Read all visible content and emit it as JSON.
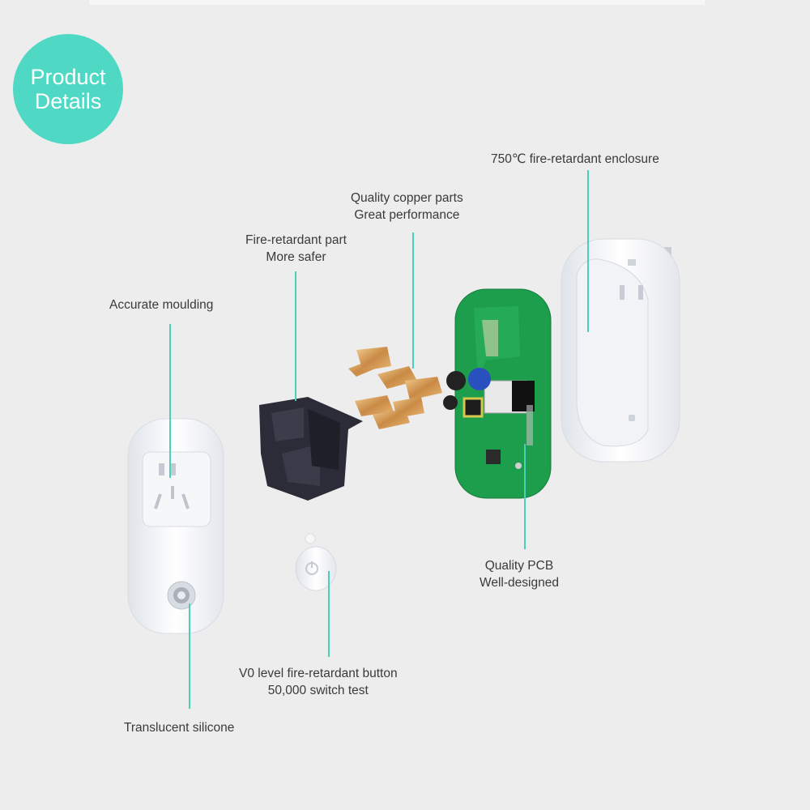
{
  "badge": {
    "line1": "Product",
    "line2": "Details"
  },
  "callouts": {
    "enclosure": {
      "line1": "750℃ fire-retardant enclosure"
    },
    "copper": {
      "line1": "Quality copper parts",
      "line2": "Great performance"
    },
    "fire_part": {
      "line1": "Fire-retardant part",
      "line2": "More safer"
    },
    "moulding": {
      "line1": "Accurate moulding"
    },
    "pcb": {
      "line1": "Quality PCB",
      "line2": "Well-designed"
    },
    "button": {
      "line1": "V0 level fire-retardant button",
      "line2": "50,000 switch test"
    },
    "silicone": {
      "line1": "Translucent silicone"
    }
  },
  "colors": {
    "accent": "#48d1b8",
    "badge": "#4fd9c4",
    "pcb": "#1c9e4c",
    "background": "#ededed"
  }
}
